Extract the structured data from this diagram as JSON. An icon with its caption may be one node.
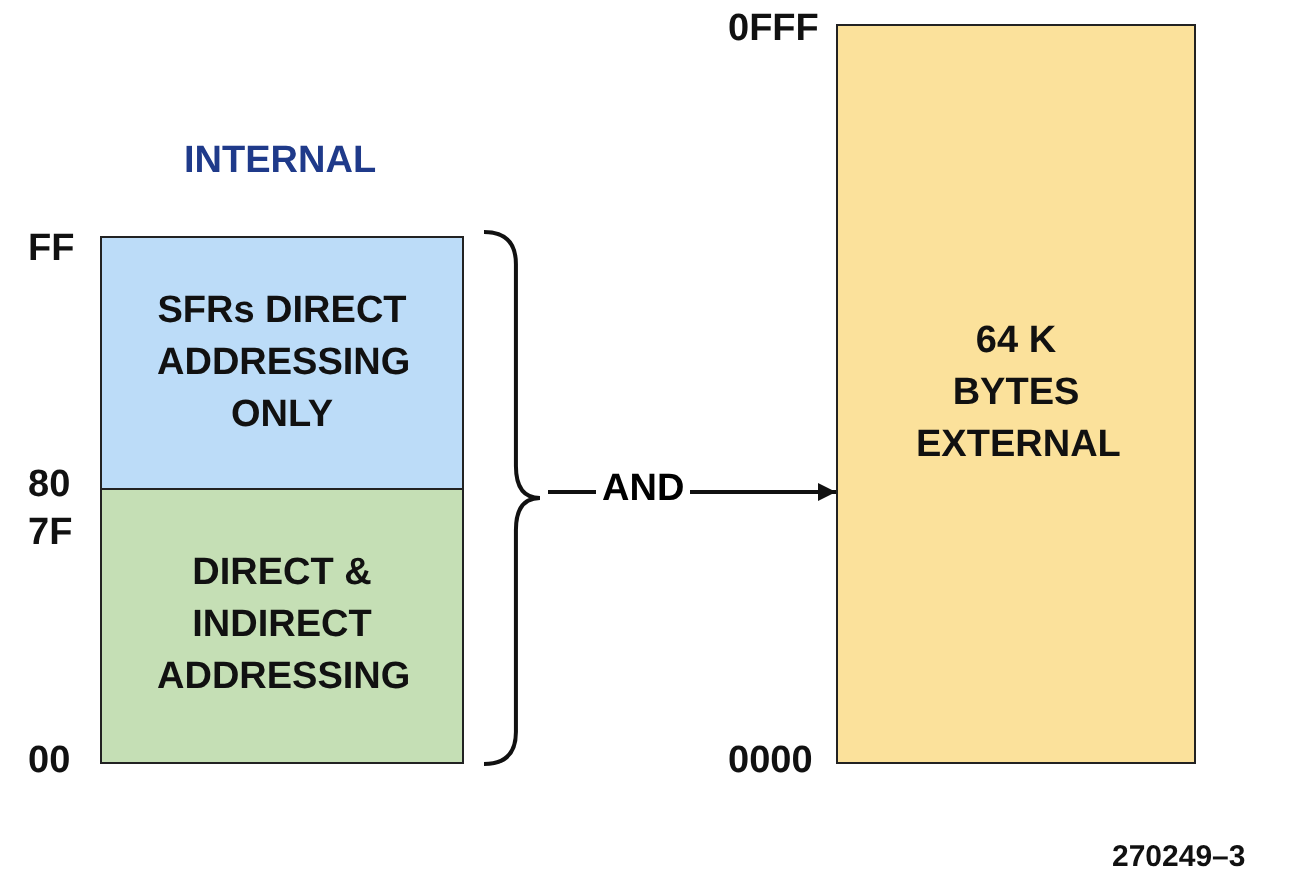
{
  "diagram": {
    "nodes": [
      {
        "text": [
          "SFRs DIRECT ADDRESSING ONLY"
        ]
      },
      {
        "text": [
          "DIRECT & INDIRECT ADDRESSING"
        ]
      },
      {
        "text": [],
        "shape": "bracket"
      },
      {
        "text": [
          "64 K BYTES EXTERNAL"
        ]
      }
    ],
    "edges": [
      {
        "from": 2,
        "to": 3,
        "arrow": "to",
        "label": "AND"
      }
    ],
    "labels": [
      "INTERNAL",
      "FF",
      "80",
      "7F",
      "00",
      "0FFF",
      "0000",
      "270249–3"
    ]
  }
}
